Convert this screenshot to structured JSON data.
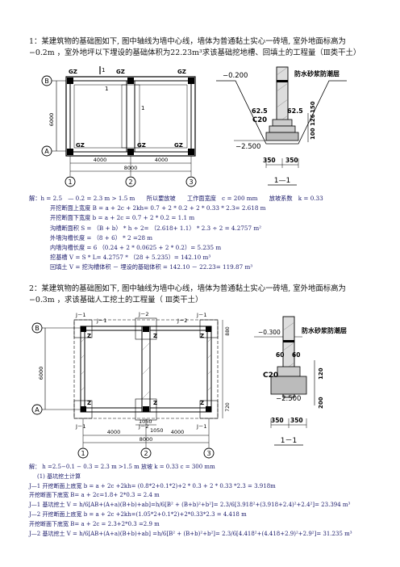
{
  "problem1": {
    "line1": "1：某建筑物的基础图如下, 图中轴线为墙中心线，墙体为普通黏土实心一砖墙, 室外地面标高为",
    "line2": "−0.2m ，室外地坪以下埋设的基础体积为22.23m³求该基础挖地槽、回填土的工程量（Ⅲ类干土）"
  },
  "fig1": {
    "gz": "GZ",
    "axis_b": "B",
    "axis_a": "A",
    "axis_1": "1",
    "axis_2": "2",
    "axis_3": "3",
    "dim_6000": "6000",
    "dim_4000a": "4000",
    "dim_4000b": "4000",
    "dim_8000": "8000",
    "mark_1": "1",
    "section_label": "1—1",
    "lvl_top": "−0.200",
    "lvl_bot": "−2.500",
    "waterproof": "防水砂浆防潮层",
    "c20": "C20",
    "dim_625a": "62.5",
    "dim_625b": "62.5",
    "dim_350a": "350",
    "dim_350b": "350",
    "dim_100": "100",
    "dim_126": "126",
    "dim_150": "150"
  },
  "solution1": {
    "l1": "解：h = 2.5　— 0.2 = 2.3 m > 1.5 m　　所以要放坡　　工作面宽度　c = 200 mm　　放坡系数　k = 0.33",
    "l2": "开挖断面上宽度  B = a + 2c + 2kh= 0.7 + 2 * 0.2 + 2 * 0.33 * 2.3= 2.618 m",
    "l3": "开挖断面下宽度  b = a + 2c = 0.7 + 2 * 0.2 = 1.1 m",
    "l4": "沟槽断面积  S = （B + b） * h  ÷  2=  （2.618+ 1.1） * 2.3 ÷  2 = 4.2757 m²",
    "l5": "外墙沟槽长度  =  （8 + 6） * 2 =28 m",
    "l6": "内墙沟槽长度  = 6  （0.24 + 2 * 0.0625 + 2 * 0.2）= 5.235 m",
    "l7": "挖基槽    V = S * L= 4.2757    *  （28 + 5.235）= 142.10 m³",
    "l8": "回填土    V =  挖沟槽体积  －  埋设的基础体积  = 142.10  －  22.23= 119.87 m³"
  },
  "problem2": {
    "line1": "2：某建筑物的基础图如下, 图中轴线为墙中心线，墙体为普通黏土实心一砖墙, 室外地面标高为",
    "line2": "−0.3m ，求该基础人工挖土的工程量（ Ⅲ类干土）"
  },
  "fig2": {
    "j1": "J－1",
    "j2": "J－2",
    "z": "Z",
    "axis_b": "B",
    "axis_a": "A",
    "axis_1": "1",
    "axis_2": "2",
    "axis_3": "3",
    "dim_6000": "6000",
    "dim_1050a": "1050",
    "dim_1050b": "1050",
    "dim_4000a": "4000",
    "dim_4000b": "4000",
    "dim_8000": "8000",
    "dim_880": "880",
    "dim_720": "720",
    "lvl": "−0.300",
    "lvl_bot": "−2.500",
    "waterproof": "防水砂浆防潮层",
    "c20": "C20",
    "dim_60a": "60",
    "dim_60b": "60",
    "dim_120": "120",
    "dim_200": "200",
    "dim_350a": "350",
    "dim_350b": "350",
    "section_label": "1－1"
  },
  "solution2": {
    "l1": "解：   h =2.5−0.1 − 0.3 = 2.3 m >1.5 m        放坡               k = 0.33          c = 300 mm",
    "l2": "(1)      基坑挖土计算",
    "l3": "J—1      开挖断面上底宽  b = a + 2c +2kh= (0.8*2+0.1*2)+2 * 0.3 + 2 * 0.33 *2.3 = 3.918m",
    "l4": "            开挖断面下底宽  B= a + 2c=1.8+ 2*0.3 = 2.4 m",
    "l5": "J—1      基坑挖土 V = h/6[AB+(A+a)(B+b)+ab]=h/6[B² + (B+b)²+b²]= 2.3/6[3.918²+(3.918+2.4)²+2.4²]= 23.394 m³",
    "l6": "J—2      开挖断面上底宽  b = a + 2c +2kh=(1.05*2+0.1*2)+2*0.33*2.3 = 4.418 m",
    "l7": "            开挖断面下底宽  B= a + 2c = 2.3+2*0.3 =2.9 m",
    "l8": "J—2      基坑挖土 V = h/6[AB+(A+a)(B+b)+ab] =h/6[B² + (B+b)²+b²]= 2.3/6[4.418²+(4.418+2.9)²+2.9²]= 31.235 m³"
  }
}
